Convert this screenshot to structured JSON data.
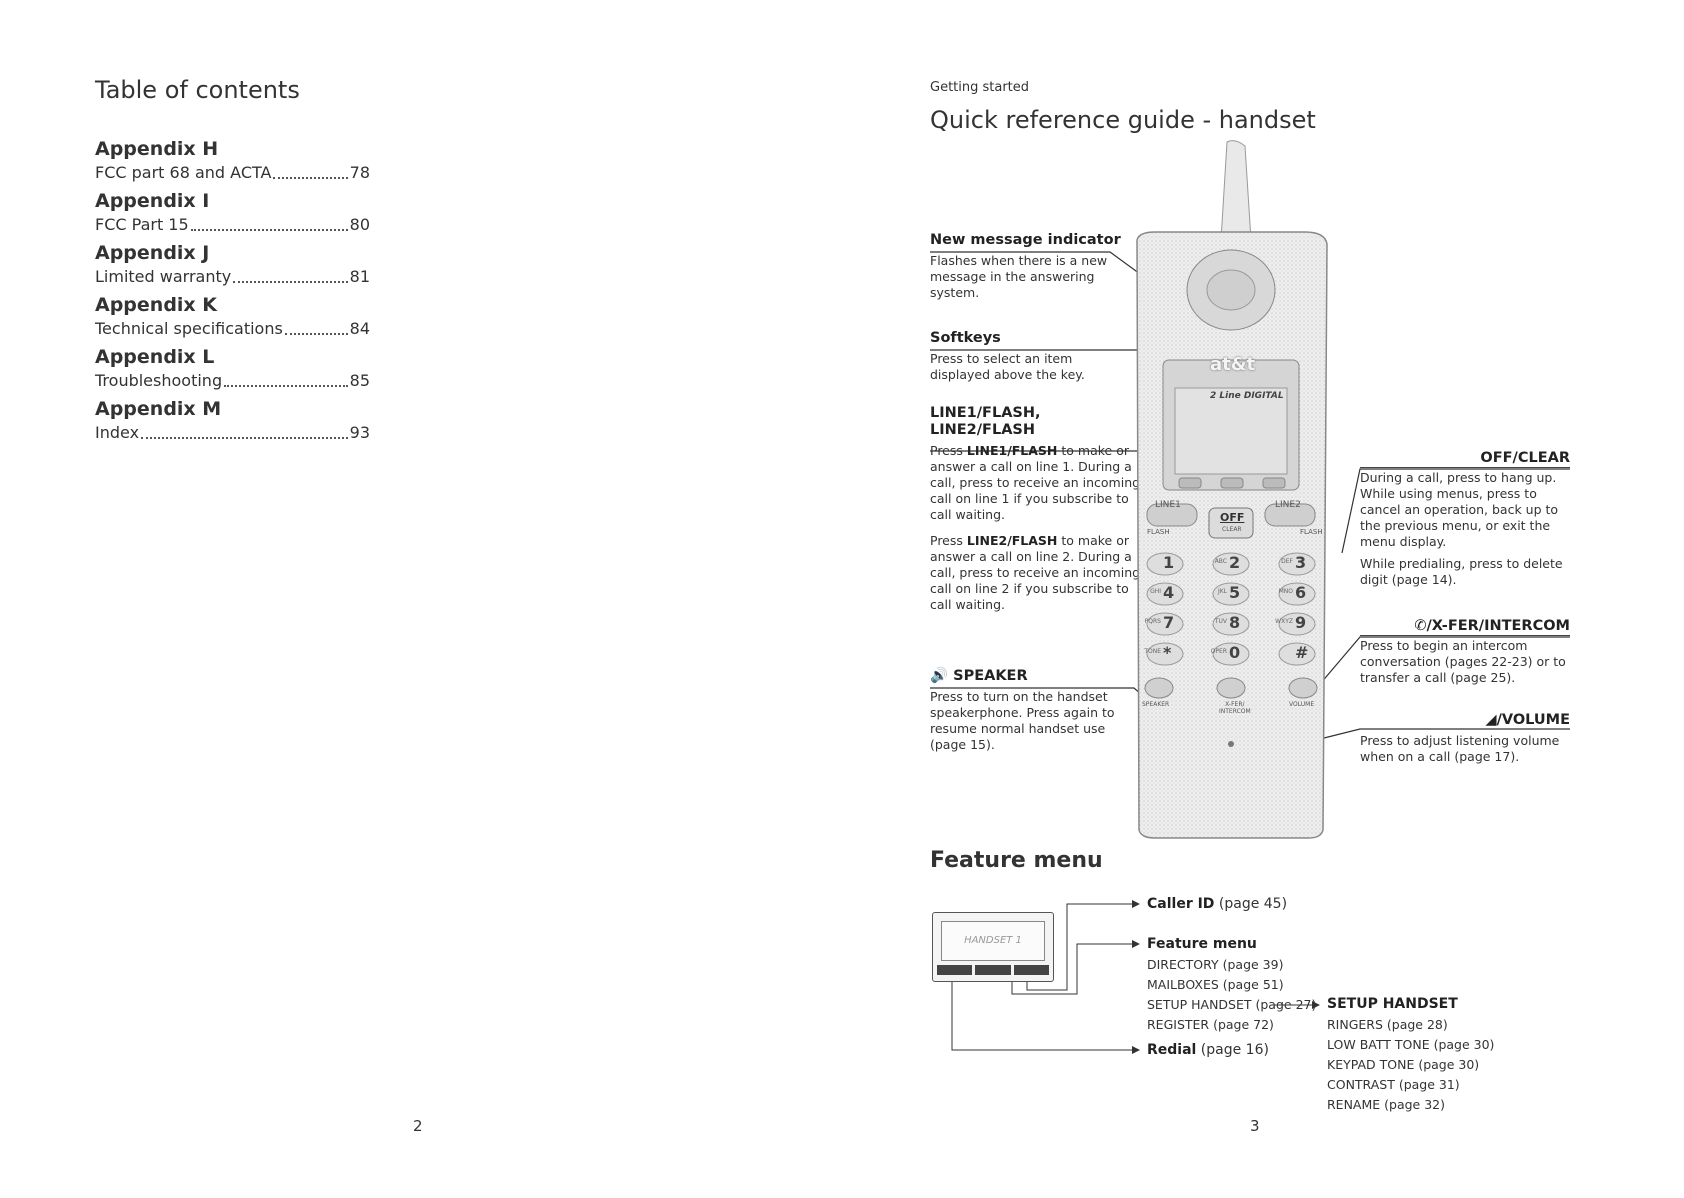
{
  "left": {
    "title": "Table of contents",
    "toc": [
      {
        "appendix": "Appendix H",
        "entry": "FCC part 68 and ACTA",
        "page": "78"
      },
      {
        "appendix": "Appendix I",
        "entry": "FCC Part 15",
        "page": "80"
      },
      {
        "appendix": "Appendix J",
        "entry": "Limited warranty",
        "page": "81"
      },
      {
        "appendix": "Appendix K",
        "entry": "Technical specifications",
        "page": "84"
      },
      {
        "appendix": "Appendix L",
        "entry": "Troubleshooting",
        "page": "85"
      },
      {
        "appendix": "Appendix M",
        "entry": "Index",
        "page": "93"
      }
    ],
    "page_number": "2"
  },
  "right": {
    "section": "Getting started",
    "title": "Quick reference guide - handset",
    "callouts": {
      "new_message": {
        "heading": "New message indicator",
        "text": "Flashes when there is a new message in the answering system."
      },
      "softkeys": {
        "heading": "Softkeys",
        "text": "Press to select an item displayed above the key."
      },
      "line": {
        "heading1": "LINE1/FLASH,",
        "heading2": "LINE2/FLASH",
        "p1_pre": "Press ",
        "p1_key": "LINE1/FLASH",
        "p1_post": " to make or answer a call on line 1. During a call, press to receive an incoming call on line 1 if you subscribe to call waiting.",
        "p2_pre": "Press ",
        "p2_key": "LINE2/FLASH",
        "p2_post": " to make or answer a call on line 2. During a call, press to receive an incoming call on line 2 if you subscribe to call waiting."
      },
      "speaker": {
        "heading": "SPEAKER",
        "text": "Press to turn on the handset speakerphone. Press again to resume normal handset use (page 15)."
      },
      "off_clear": {
        "heading": "OFF/CLEAR",
        "p1": "During a call, press to hang up. While using menus, press to cancel an operation, back up to the previous menu, or exit the menu display.",
        "p2": "While predialing, press to delete digit (page 14)."
      },
      "intercom": {
        "heading": "/X-FER/INTERCOM",
        "text": "Press to begin an intercom conversation (pages 22-23) or to transfer a call (page 25)."
      },
      "volume": {
        "heading": "/VOLUME",
        "text": "Press to adjust listening volume when on a call (page 17)."
      }
    },
    "phone": {
      "brand": "at&t",
      "band": "2 Line DIGITAL",
      "off_label": "OFF",
      "clear_label": "CLEAR",
      "line1": "LINE1",
      "line2": "LINE2",
      "flash": "FLASH",
      "keys": [
        {
          "d": "1",
          "l": ""
        },
        {
          "d": "2",
          "l": "ABC"
        },
        {
          "d": "3",
          "l": "DEF"
        },
        {
          "d": "4",
          "l": "GHI"
        },
        {
          "d": "5",
          "l": "JKL"
        },
        {
          "d": "6",
          "l": "MNO"
        },
        {
          "d": "7",
          "l": "PQRS"
        },
        {
          "d": "8",
          "l": "TUV"
        },
        {
          "d": "9",
          "l": "WXYZ"
        },
        {
          "d": "*",
          "l": "TONE"
        },
        {
          "d": "0",
          "l": "OPER"
        },
        {
          "d": "#",
          "l": ""
        }
      ],
      "speaker_label": "SPEAKER",
      "xfer_label1": "X-FER/",
      "xfer_label2": "INTERCOM",
      "volume_label": "VOLUME"
    },
    "feature_menu": {
      "title": "Feature menu",
      "lcd_text": "HANDSET 1",
      "caller_id": {
        "name": "Caller ID",
        "page": "(page 45)"
      },
      "feature": {
        "name": "Feature menu"
      },
      "sub_items": [
        "DIRECTORY (page 39)",
        "MAILBOXES (page 51)",
        "SETUP HANDSET (page 27)",
        "REGISTER (page 72)"
      ],
      "redial": {
        "name": "Redial",
        "page": "(page 16)"
      },
      "setup_title": "SETUP HANDSET",
      "setup_items": [
        "RINGERS (page 28)",
        "LOW BATT TONE (page 30)",
        "KEYPAD TONE (page 30)",
        "CONTRAST (page 31)",
        "RENAME (page 32)"
      ]
    },
    "page_number": "3"
  }
}
